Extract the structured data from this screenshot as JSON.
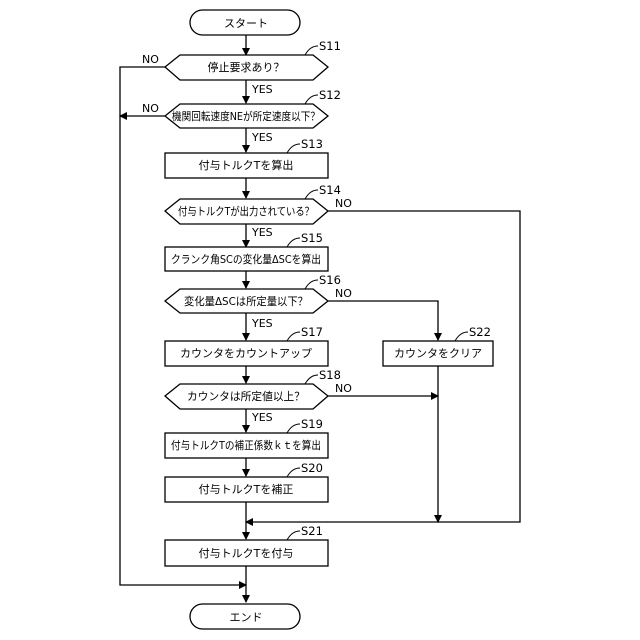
{
  "terminals": {
    "start": "スタート",
    "end": "エンド"
  },
  "steps": {
    "s11": {
      "id": "S11",
      "text": "停止要求あり？"
    },
    "s12": {
      "id": "S12",
      "text": "機関回転速度NEが所定速度以下？"
    },
    "s13": {
      "id": "S13",
      "text": "付与トルクTを算出"
    },
    "s14": {
      "id": "S14",
      "text": "付与トルクTが出力されている？"
    },
    "s15": {
      "id": "S15",
      "text": "クランク角SCの変化量ΔSCを算出"
    },
    "s16": {
      "id": "S16",
      "text": "変化量ΔSCは所定量以下？"
    },
    "s17": {
      "id": "S17",
      "text": "カウンタをカウントアップ"
    },
    "s18": {
      "id": "S18",
      "text": "カウンタは所定値以上？"
    },
    "s19": {
      "id": "S19",
      "text": "付与トルクTの補正係数ｋｔを算出"
    },
    "s20": {
      "id": "S20",
      "text": "付与トルクTを補正"
    },
    "s21": {
      "id": "S21",
      "text": "付与トルクTを付与"
    },
    "s22": {
      "id": "S22",
      "text": "カウンタをクリア"
    }
  },
  "branch_labels": {
    "yes": "YES",
    "no": "NO"
  }
}
